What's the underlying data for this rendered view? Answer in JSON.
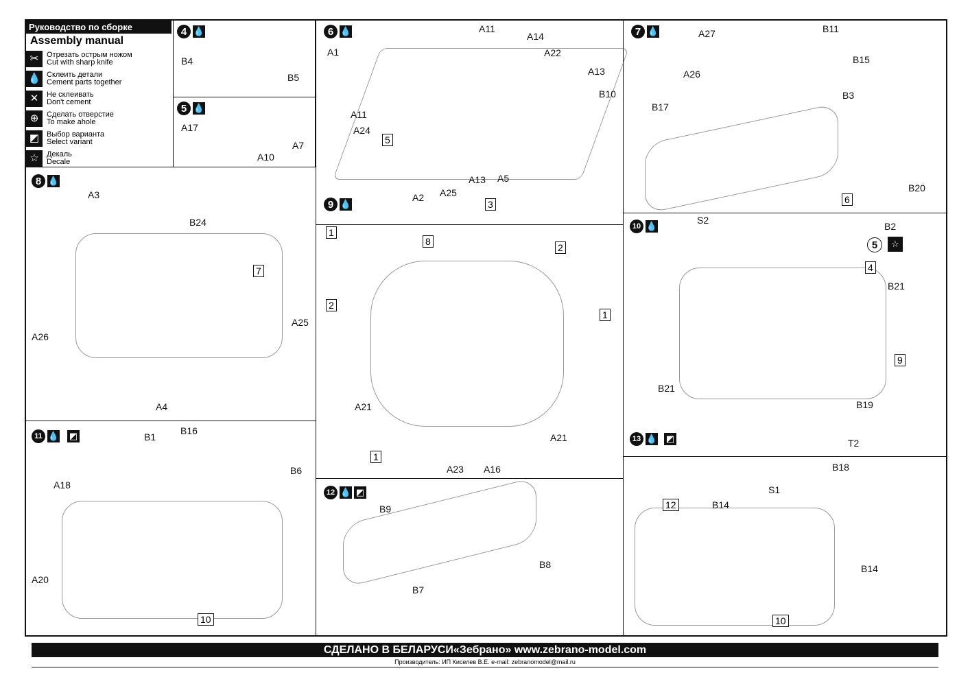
{
  "legend": {
    "title_ru": "Руководство по сборке",
    "title_en": "Assembly manual",
    "items": [
      {
        "ru": "Отрезать острым ножом",
        "en": "Cut with sharp knife",
        "icon": "knife-icon"
      },
      {
        "ru": "Склеить детали",
        "en": "Cement parts together",
        "icon": "drop-icon"
      },
      {
        "ru": "Не склеивать",
        "en": "Don't cement",
        "icon": "no-cement-icon"
      },
      {
        "ru": "Сделать отверстие",
        "en": "To make ahole",
        "icon": "drill-icon"
      },
      {
        "ru": "Выбор варианта",
        "en": "Select variant",
        "icon": "variant-icon"
      },
      {
        "ru": "Декаль",
        "en": "Decale",
        "icon": "star-icon"
      }
    ]
  },
  "steps": {
    "s4": {
      "num": "4",
      "labels": [
        "B4",
        "B5"
      ]
    },
    "s5": {
      "num": "5",
      "labels": [
        "A17",
        "A10",
        "A7"
      ]
    },
    "s6": {
      "num": "6",
      "labels": [
        "A11",
        "A14",
        "A1",
        "A22",
        "A13",
        "B10",
        "A11",
        "A24",
        "5",
        "A2",
        "A25",
        "A13",
        "A5",
        "3"
      ]
    },
    "s7": {
      "num": "7",
      "labels": [
        "A27",
        "B11",
        "A26",
        "B15",
        "B3",
        "B17",
        "6",
        "B20"
      ]
    },
    "s8": {
      "num": "8",
      "labels": [
        "A3",
        "B24",
        "7",
        "A25",
        "A26",
        "A4"
      ]
    },
    "s9": {
      "num": "9",
      "labels": [
        "1",
        "8",
        "2",
        "2",
        "1",
        "A21",
        "A21",
        "1",
        "A23",
        "A16"
      ]
    },
    "s10": {
      "num": "10",
      "labels": [
        "S2",
        "B2",
        "5",
        "4",
        "B21",
        "9",
        "B21",
        "B19",
        "T2"
      ]
    },
    "s11": {
      "num": "11",
      "labels": [
        "B1",
        "B16",
        "B6",
        "A18",
        "A20",
        "10"
      ]
    },
    "s12": {
      "num": "12",
      "labels": [
        "B9",
        "B8",
        "B7"
      ]
    },
    "s13": {
      "num": "13",
      "labels": [
        "B18",
        "S1",
        "12",
        "B14",
        "B14",
        "10"
      ]
    }
  },
  "footer": {
    "main": "СДЕЛАНО В БЕЛАРУСИ«Зебрано»  www.zebrano-model.com",
    "sub": "Производитель: ИП Киселев В.Е. e-mail: zebranomodel@mail.ru"
  }
}
